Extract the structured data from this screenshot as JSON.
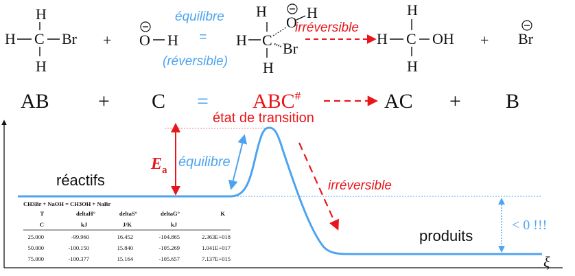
{
  "colors": {
    "black": "#111111",
    "blue": "#4da3f0",
    "red": "#e8161b",
    "pink_dotted": "#f08080"
  },
  "reaction": {
    "methyl_bromide": {
      "C": "C",
      "H": "H",
      "Br": "Br"
    },
    "hydroxide": {
      "O": "O",
      "H": "H"
    },
    "charge": "−",
    "plus": "+",
    "equals": "=",
    "equilibre": "équilibre",
    "reversible": "(réversible)",
    "irreversible": "irréversible",
    "transition_state": {
      "C": "C",
      "H": "H",
      "O": "O",
      "Br": "Br"
    },
    "methanol": {
      "C": "C",
      "H": "H",
      "OH": "OH"
    },
    "bromide": "Br"
  },
  "generic": {
    "AB": "AB",
    "plus": "+",
    "C": "C",
    "equals": "=",
    "ABC": "ABC",
    "hash": "#",
    "AC": "AC",
    "B": "B"
  },
  "diagram": {
    "transition_label": "état de transition",
    "Ea": "E",
    "Ea_sub": "a",
    "equilibre": "équilibre",
    "reactifs": "réactifs",
    "irreversible": "irréversible",
    "produits": "produits",
    "negative": "< 0 !!!",
    "xi": "ξ"
  },
  "table": {
    "title": "CH3Br + NaOH = CH3OH + NaBr",
    "headers": [
      "T",
      "deltaH°",
      "deltaS°",
      "deltaG°",
      "K"
    ],
    "units": [
      "C",
      "kJ",
      "J/K",
      "kJ",
      ""
    ],
    "rows": [
      [
        "25.000",
        "-99.960",
        "16.452",
        "-104.865",
        "2.363E+018"
      ],
      [
        "50.000",
        "-100.150",
        "15.840",
        "-105.269",
        "1.041E+017"
      ],
      [
        "75.000",
        "-100.377",
        "15.164",
        "-105.657",
        "7.137E+015"
      ]
    ]
  }
}
